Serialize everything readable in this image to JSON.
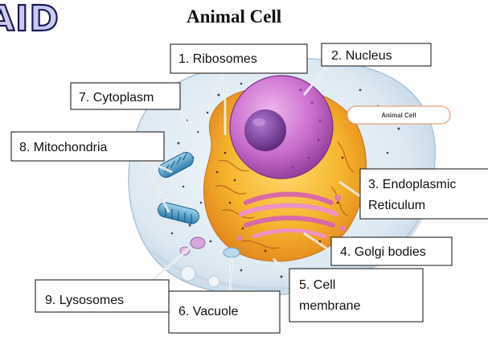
{
  "logo": {
    "text": "AID"
  },
  "title": "Animal Cell",
  "cell_tag": "Animal Cell",
  "labels": {
    "ribosomes": "1. Ribosomes",
    "nucleus": "2. Nucleus",
    "er_line1": "3. Endoplasmic",
    "er_line2": "Reticulum",
    "golgi": "4. Golgi bodies",
    "membrane_line1": "5. Cell",
    "membrane_line2": "membrane",
    "vacuole": "6. Vacuole",
    "cytoplasm": "7. Cytoplasm",
    "mitochondria": "8. Mitochondria",
    "lysosomes": "9. Lysosomes"
  },
  "colors": {
    "cytoplasm": "#dbe9f3",
    "nucleus": "#c06bc4",
    "nucleolus": "#7d3c98",
    "endoplasmic_reticulum": "#f2b12e",
    "golgi": "#e07fb0",
    "mitochondria": "#4f9fc9"
  }
}
